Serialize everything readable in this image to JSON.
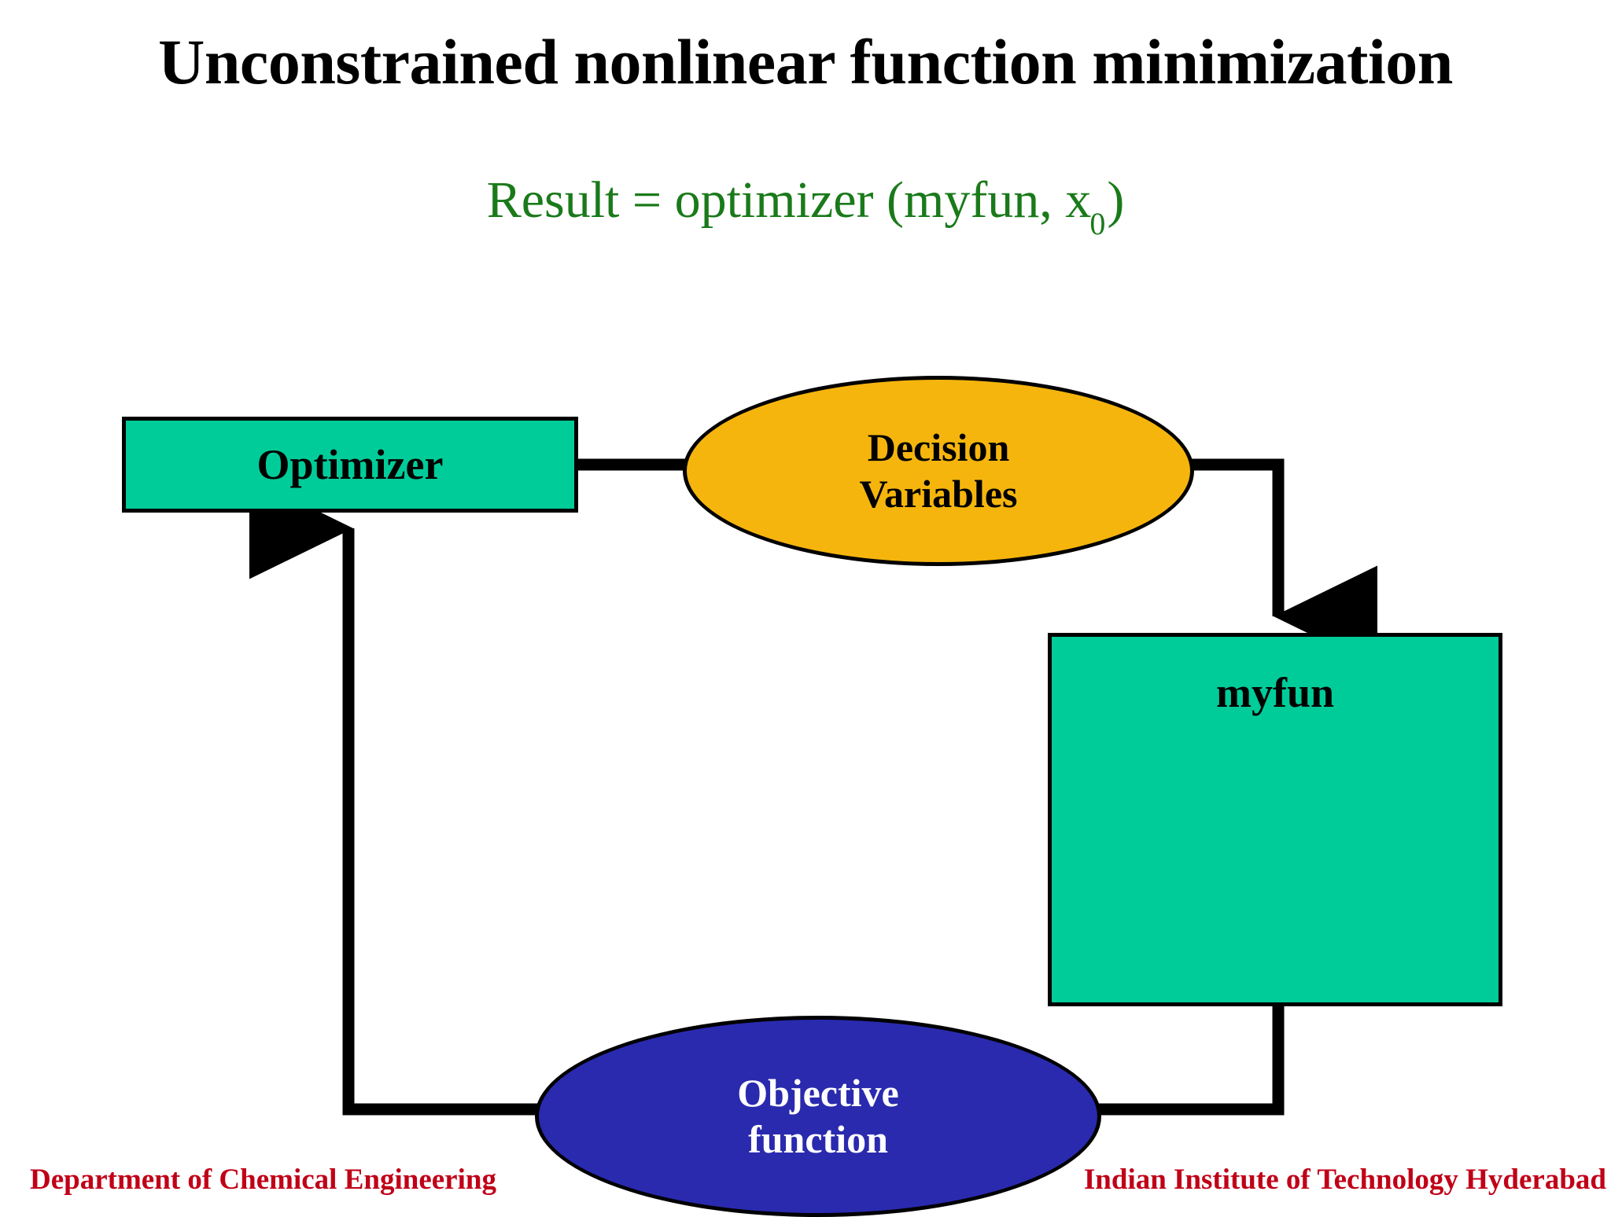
{
  "slide": {
    "title": "Unconstrained nonlinear function minimization",
    "subtitle": {
      "prefix": "Result = optimizer (myfun, x",
      "subscript": "0",
      "suffix": ")",
      "full_text": "Result = optimizer (myfun, x0)",
      "color": "#1a7a1a"
    }
  },
  "diagram": {
    "type": "flowchart",
    "nodes": [
      {
        "id": "optimizer",
        "label": "Optimizer",
        "shape": "rectangle",
        "fill": "#00CC99",
        "stroke": "#000000",
        "text_color": "#000000"
      },
      {
        "id": "decision-variables",
        "label_line1": "Decision",
        "label_line2": "Variables",
        "shape": "ellipse",
        "fill": "#F5B50D",
        "stroke": "#000000",
        "text_color": "#000000"
      },
      {
        "id": "myfun",
        "label": "myfun",
        "shape": "rectangle",
        "fill": "#00CC99",
        "stroke": "#000000",
        "text_color": "#000000"
      },
      {
        "id": "objective-function",
        "label_line1": "Objective",
        "label_line2": "function",
        "shape": "ellipse",
        "fill": "#2A2AAF",
        "stroke": "#000000",
        "text_color": "#FFFFFF"
      }
    ],
    "connectors": [
      {
        "from": "optimizer",
        "to": "decision-variables",
        "arrowhead": false
      },
      {
        "from": "decision-variables",
        "to": "myfun",
        "arrowhead": true
      },
      {
        "from": "myfun",
        "to": "objective-function",
        "arrowhead": false
      },
      {
        "from": "objective-function",
        "to": "optimizer",
        "arrowhead": true
      }
    ],
    "line_color": "#000000"
  },
  "footer": {
    "left": "Department of Chemical Engineering",
    "right": "Indian Institute of Technology Hyderabad",
    "color": "#C00017"
  }
}
